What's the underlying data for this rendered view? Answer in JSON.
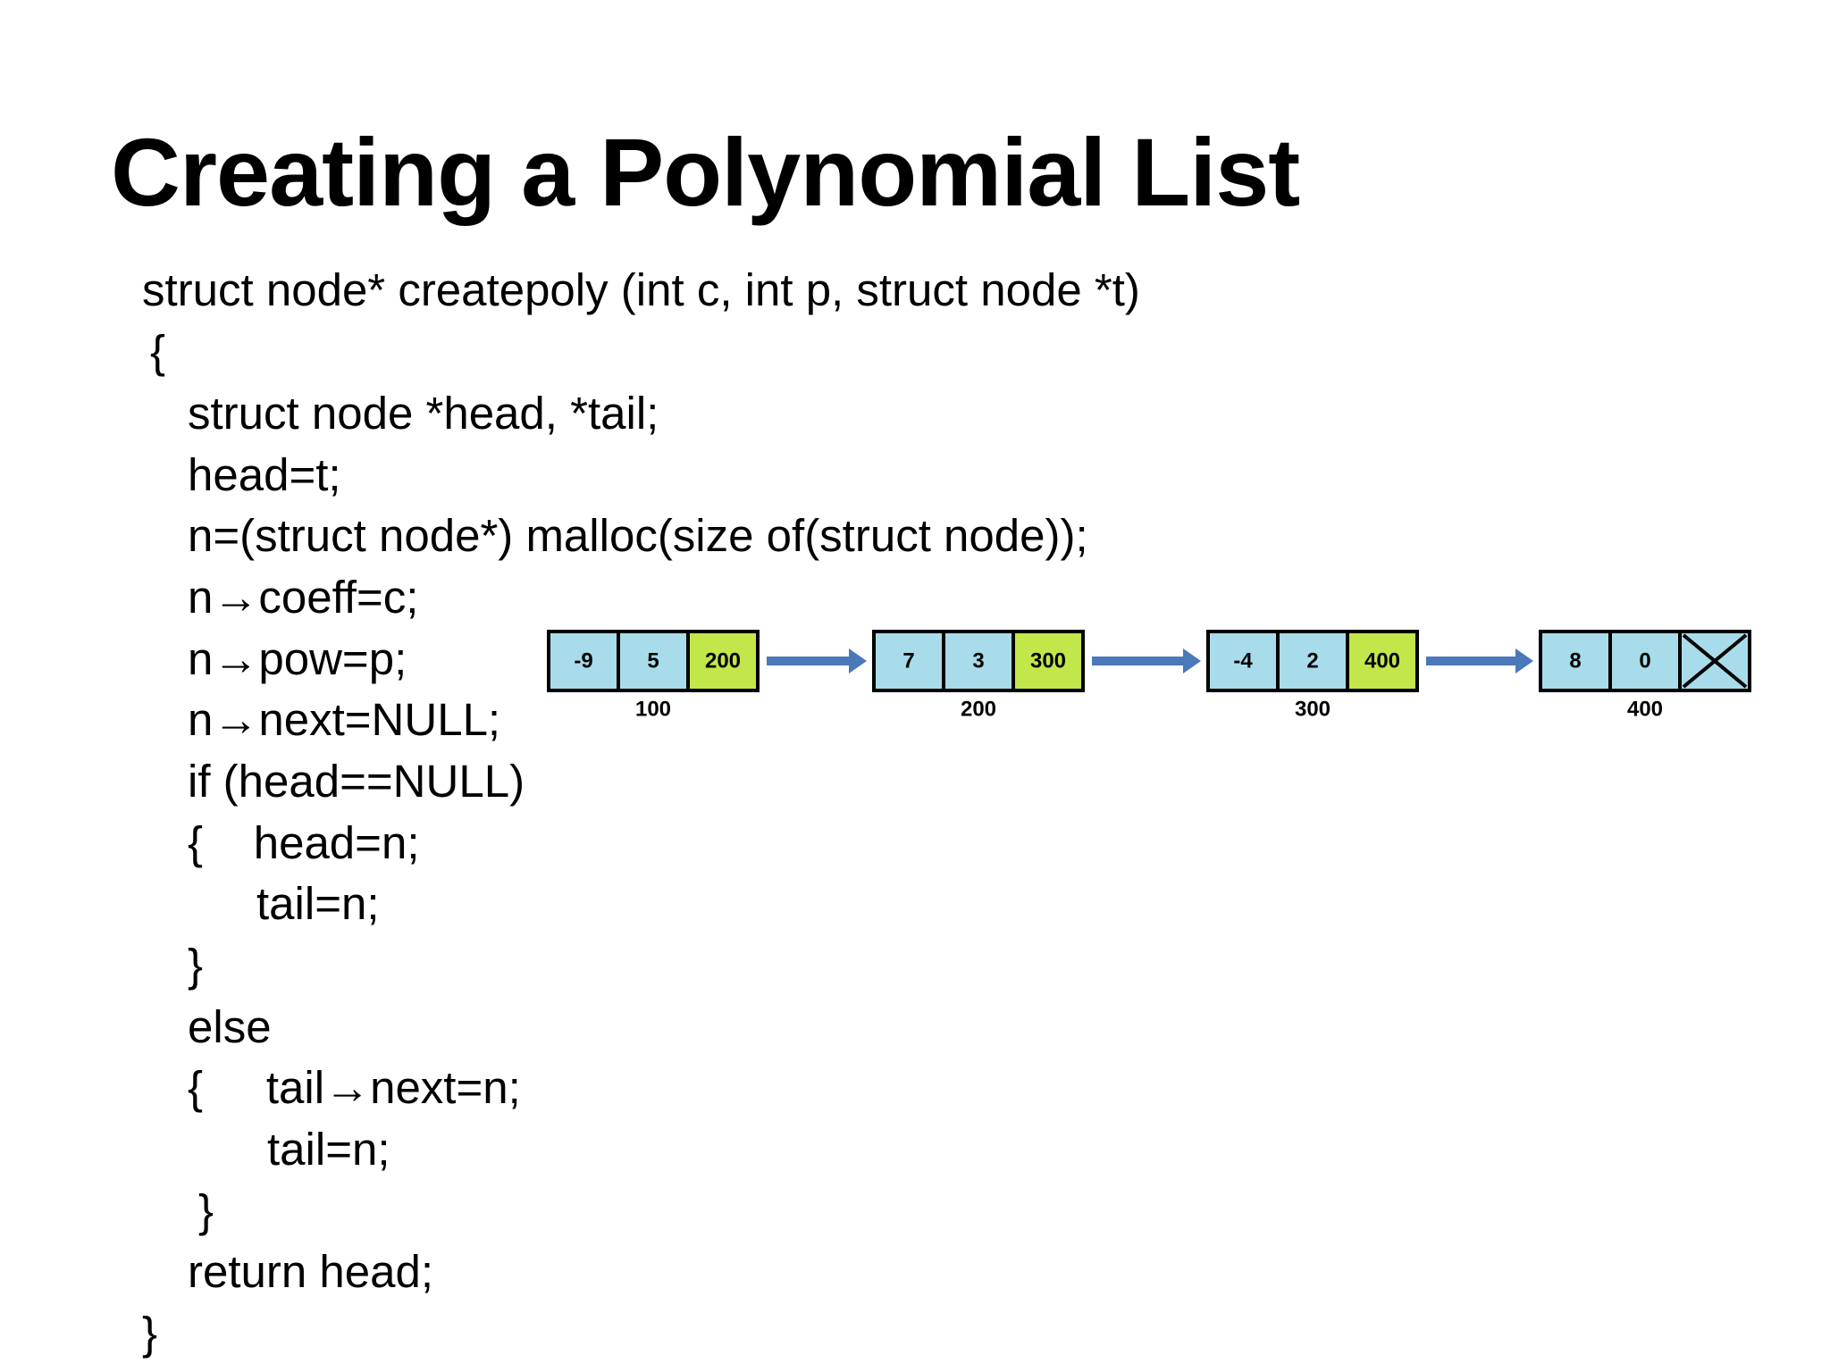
{
  "title": "Creating a Polynomial List",
  "code": [
    "struct node* createpoly (int c, int p, struct node *t)",
    "{",
    "struct node *head, *tail;",
    "head=t;",
    "n=(struct node*) malloc(size of(struct node));",
    "n→coeff=c;",
    "n→pow=p;",
    "n→next=NULL;",
    "if (head==NULL)",
    "{    head=n;",
    "tail=n;",
    "}",
    "else",
    "{     tail→next=n;",
    "tail=n;",
    "}",
    "return head;",
    "}"
  ],
  "diagram": {
    "colors": {
      "value_cell": "#a8dcea",
      "pointer_cell": "#c3e64a",
      "border": "#000000",
      "arrow": "#4a78b8"
    },
    "nodes": [
      {
        "coeff": "-9",
        "pow": "5",
        "next": "200",
        "address": "100",
        "is_null": false
      },
      {
        "coeff": "7",
        "pow": "3",
        "next": "300",
        "address": "200",
        "is_null": false
      },
      {
        "coeff": "-4",
        "pow": "2",
        "next": "400",
        "address": "300",
        "is_null": false
      },
      {
        "coeff": "8",
        "pow": "0",
        "next": "",
        "address": "400",
        "is_null": true
      }
    ]
  }
}
